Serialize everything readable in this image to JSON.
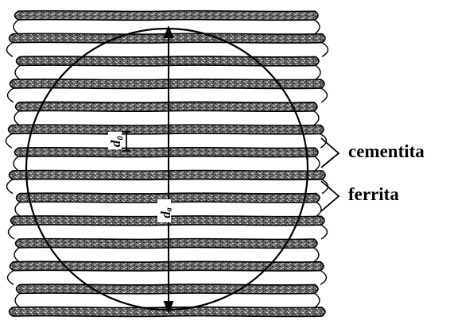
{
  "diagram": {
    "labels": {
      "cementite": "cementita",
      "ferrite": "ferrita"
    },
    "dimensions": {
      "lamellar_spacing": "d₀",
      "colony_diameter": "dₐ"
    },
    "colors": {
      "ink": "#000000",
      "background": "#ffffff",
      "lamella_fill": "#6a6a6a"
    },
    "lamella_count": 14
  }
}
